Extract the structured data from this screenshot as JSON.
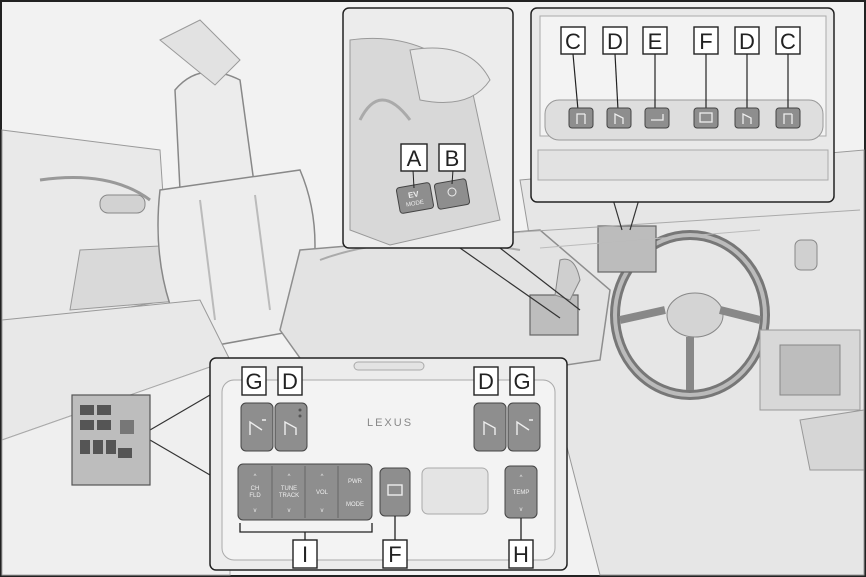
{
  "brand_text": "LEXUS",
  "labels": {
    "A": "A",
    "B": "B",
    "C": "C",
    "D": "D",
    "E": "E",
    "F": "F",
    "G": "G",
    "H": "H",
    "I": "I"
  },
  "panel_text": {
    "ev": "EV",
    "ev_sub": "MODE",
    "ch": "CH",
    "fld": "FLD",
    "tune": "TUNE",
    "track": "TRACK",
    "vol": "VOL",
    "pwr": "PWR",
    "mode": "MODE",
    "temp": "TEMP"
  },
  "icons": {
    "seat_heater": "seat-heater-icon",
    "seat_ventilation": "seat-ventilation-icon",
    "recline": "seat-recline-icon",
    "screen": "screen-icon",
    "ev_mode": "ev-mode-icon",
    "rear_sunshade": "rear-sunshade-icon"
  }
}
